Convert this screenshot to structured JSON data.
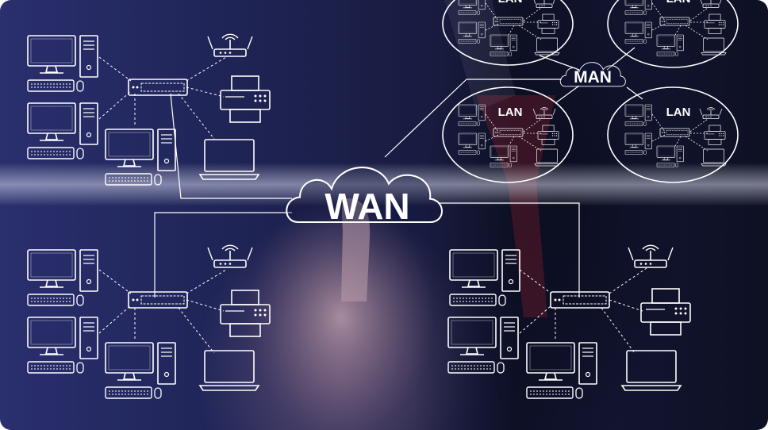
{
  "labels": {
    "wan": "WAN",
    "man": "MAN",
    "lan": "LAN"
  },
  "colors": {
    "line": "#ffffff",
    "bg_left": "#2a2f6e",
    "bg_right": "#0e1024",
    "tie": "#8a1f2c"
  }
}
